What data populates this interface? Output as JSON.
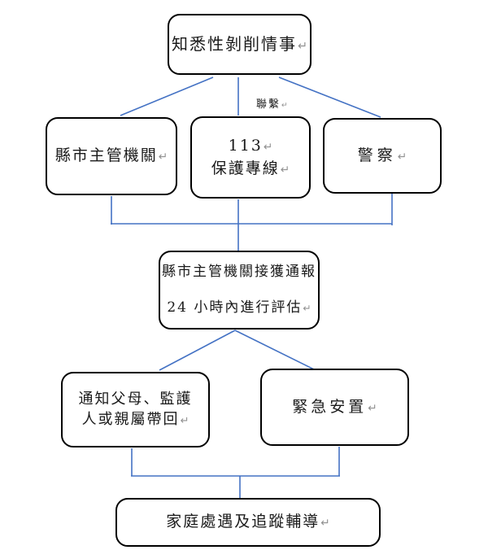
{
  "diagram": {
    "return_mark": "↵",
    "colors": {
      "connector": "#4472C4",
      "box_border": "#000000",
      "box_fill": "#ffffff",
      "text": "#1a1a1a",
      "mark": "#909090"
    },
    "contact_label": "聯繫",
    "boxes": {
      "incident": {
        "line1": "知悉性剝削情事"
      },
      "agency": {
        "line1": "縣市主管機關"
      },
      "hotline": {
        "line1": "113",
        "line2": "保護專線"
      },
      "police": {
        "line1": "警察"
      },
      "assessment": {
        "line1": "縣市主管機關接獲通報",
        "line2": "24 小時內進行評估"
      },
      "notify_family": {
        "line1": "通知父母、監護",
        "line2": "人或親屬帶回"
      },
      "emergency_placement": {
        "line1": "緊急安置"
      },
      "family_followup": {
        "line1": "家庭處遇及追蹤輔導"
      }
    }
  }
}
